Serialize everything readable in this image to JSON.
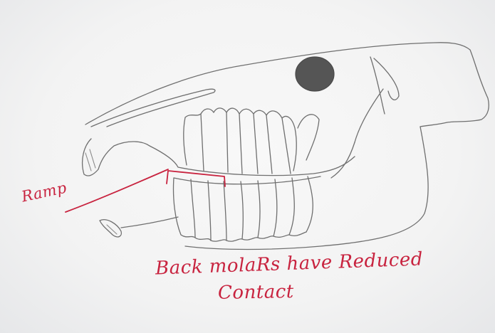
{
  "annotations": {
    "ramp_label": "Ramp",
    "caption_line_1": "Back molaRs have Reduced",
    "caption_line_2": "Contact"
  },
  "colors": {
    "paper": "#f4f4f4",
    "pencil": "#6f6f6f",
    "red_ink": "#c8233f",
    "eye_fill": "#555555"
  }
}
